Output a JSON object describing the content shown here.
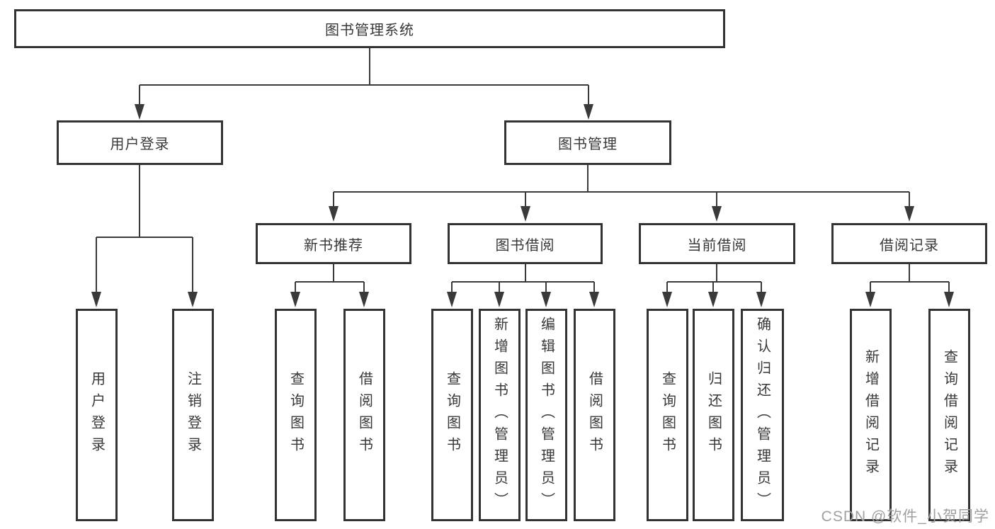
{
  "tree": {
    "root": {
      "label": "图书管理系统"
    },
    "branches": [
      {
        "label": "用户登录",
        "children": [
          {
            "label": "用户登录"
          },
          {
            "label": "注销登录"
          }
        ]
      },
      {
        "label": "图书管理",
        "children": [
          {
            "label": "新书推荐",
            "children": [
              {
                "label": "查询图书"
              },
              {
                "label": "借阅图书"
              }
            ]
          },
          {
            "label": "图书借阅",
            "children": [
              {
                "label": "查询图书"
              },
              {
                "label": "新增图书（管理员）"
              },
              {
                "label": "编辑图书（管理员）"
              },
              {
                "label": "借阅图书"
              }
            ]
          },
          {
            "label": "当前借阅",
            "children": [
              {
                "label": "查询图书"
              },
              {
                "label": "归还图书"
              },
              {
                "label": "确认归还（管理员）"
              }
            ]
          },
          {
            "label": "借阅记录",
            "children": [
              {
                "label": "新增借阅记录"
              },
              {
                "label": "查询借阅记录"
              }
            ]
          }
        ]
      }
    ]
  },
  "watermark": "CSDN @软件_小贺同学",
  "colors": {
    "line": "#3a3a3a",
    "box_border": "#333333",
    "text": "#383838",
    "watermark": "#a0a0a0",
    "background": "#ffffff"
  }
}
